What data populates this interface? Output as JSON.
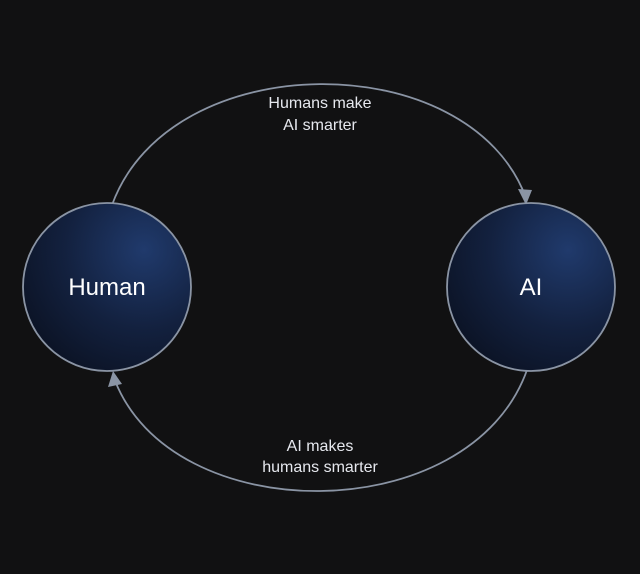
{
  "nodes": {
    "human": {
      "label": "Human"
    },
    "ai": {
      "label": "AI"
    }
  },
  "edges": {
    "top": {
      "line1": "Humans make",
      "line2": "AI smarter"
    },
    "bottom": {
      "line1": "AI makes",
      "line2": "humans smarter"
    }
  },
  "colors": {
    "background": "#111112",
    "stroke": "#8a94a4",
    "node_fill_light": "#1e3766",
    "node_fill_dark": "#0c1428",
    "text": "#ffffff"
  }
}
